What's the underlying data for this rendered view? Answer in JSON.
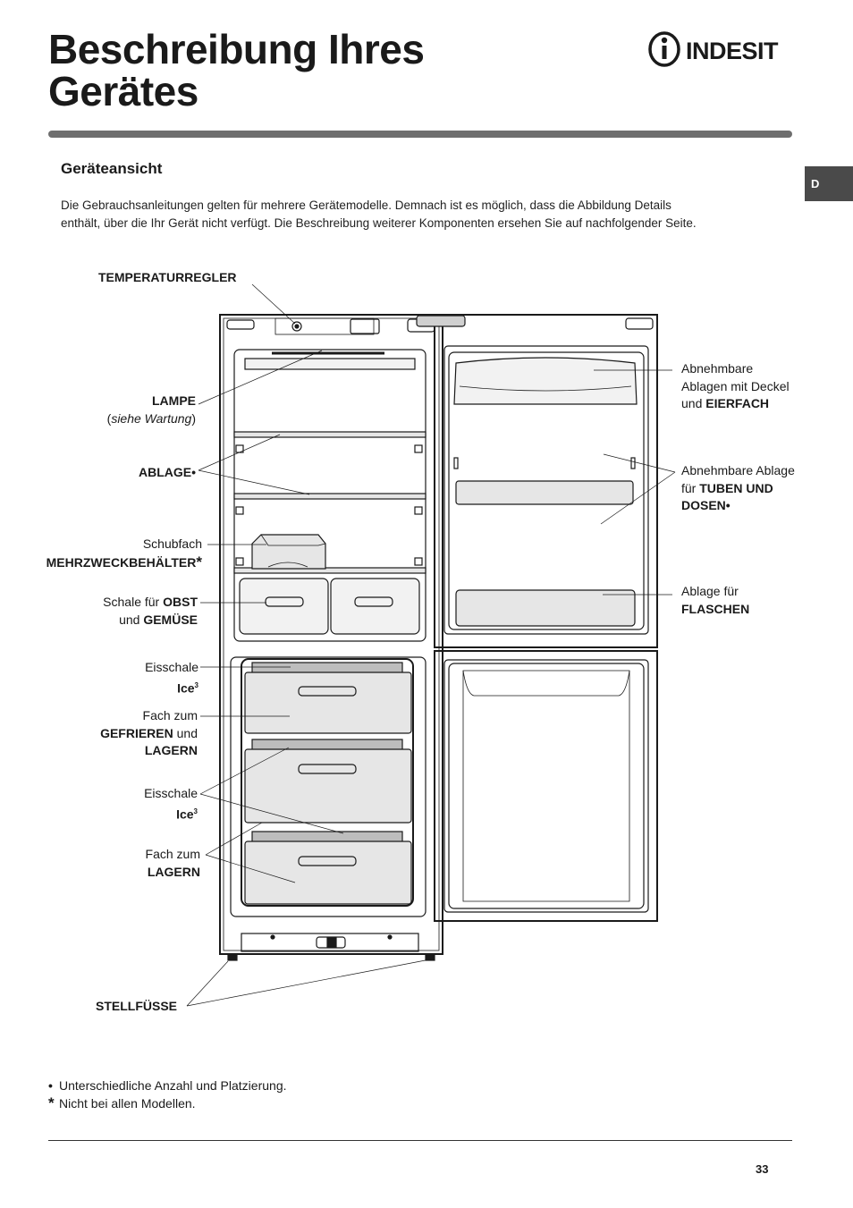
{
  "header": {
    "title_line1": "Beschreibung Ihres",
    "title_line2": "Gerätes",
    "brand": "INDESIT"
  },
  "language_tab": "D",
  "section": {
    "heading": "Geräteansicht",
    "intro_line1": "Die Gebrauchsanleitungen gelten für mehrere Gerätemodelle. Demnach ist es möglich, dass die Abbildung Details",
    "intro_line2": "enthält, über die Ihr Gerät nicht verfügt. Die Beschreibung weiterer Komponenten ersehen Sie auf nachfolgender Seite."
  },
  "labels": {
    "temperaturregler": "TEMPERATURREGLER",
    "lampe": "LAMPE",
    "lampe_note_open": "(",
    "lampe_note": "siehe Wartung",
    "lampe_note_close": ")",
    "ablage": "ABLAGE•",
    "schubfach": "Schubfach",
    "mehrzweck": "MEHRZWECKBEHÄLTER",
    "mehrzweck_star": "*",
    "schale_prefix": "Schale für ",
    "schale_obst": "OBST",
    "schale_und": "und ",
    "schale_gemuese": "GEMÜSE",
    "eisschale1": "Eisschale",
    "ice1": "Ice",
    "ice1_sup": "3",
    "fach_gefrieren_prefix": "Fach zum",
    "gefrieren": "GEFRIEREN",
    "und": " und",
    "lagern1": "LAGERN",
    "eisschale2": "Eisschale",
    "ice2": "Ice",
    "ice2_sup": "3",
    "fach_lagern_prefix": "Fach zum",
    "lagern2": "LAGERN",
    "stellfuesse": "STELLFÜSSE",
    "abnehmbare1_line1": "Abnehmbare",
    "abnehmbare1_line2": "Ablagen mit Deckel",
    "abnehmbare1_und": "und ",
    "eierfach": "EIERFACH",
    "abnehmbare2_line1": "Abnehmbare Ablage",
    "abnehmbare2_fuer": "für ",
    "tuben": "TUBEN UND",
    "dosen": "DOSEN•",
    "flaschen_line1": "Ablage für",
    "flaschen": "FLASCHEN"
  },
  "footnotes": {
    "bullet_mark": "•",
    "bullet_text": "Unterschiedliche Anzahl und Platzierung.",
    "star_mark": "*",
    "star_text": "Nicht bei allen Modellen."
  },
  "page_number": "33",
  "colors": {
    "title_rule": "#6e6e6e",
    "tab_bg": "#4a4a4a",
    "drawing_stroke": "#1a1a1a",
    "drawing_fill": "#e6e6e6"
  }
}
